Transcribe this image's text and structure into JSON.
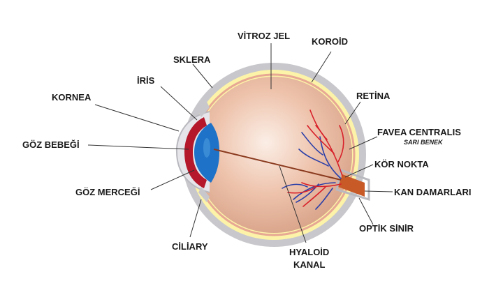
{
  "labels": {
    "vitroz_jel": "VİTROZ JEL",
    "koroid": "KOROİD",
    "sklera": "SKLERA",
    "iris": "İRİS",
    "kornea": "KORNEA",
    "retina": "RETİNA",
    "favea": "FAVEA CENTRALIS",
    "sari_benek": "SARI BENEK",
    "goz_bebegi": "GÖZ BEBEĞİ",
    "kor_nokta": "KÖR NOKTA",
    "goz_mercegi": "GÖZ MERCEĞİ",
    "kan_damarlari": "KAN DAMARLARI",
    "optik_sinir": "OPTİK SİNİR",
    "ciliary": "CİLİARY",
    "hyaloid": "HYALOİD",
    "kanal": "KANAL"
  },
  "colors": {
    "sclera": "#c8c8cc",
    "choroid": "#fdf3a8",
    "vitreous": "#e8b9a0",
    "iris": "#b4182a",
    "lens": "#1e73c8",
    "artery": "#d8202a",
    "vein": "#2b3fa8",
    "nerve": "#c85a28"
  }
}
